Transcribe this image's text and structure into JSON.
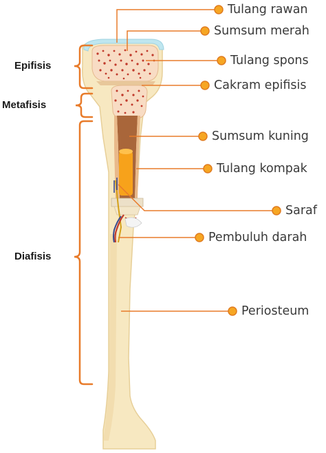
{
  "diagram": {
    "accent_color": "#e87b2a",
    "dot_color": "#f6a623",
    "bone_color": "#f7e8c1",
    "cartilage_color": "#bfe6ef",
    "spongy_dot_color": "#c0392b",
    "labels": {
      "tulang_rawan": "Tulang rawan",
      "sumsum_merah": "Sumsum merah",
      "tulang_spons": "Tulang spons",
      "cakram_epifisis": "Cakram epifisis",
      "sumsum_kuning": "Sumsum kuning",
      "tulang_kompak": "Tulang kompak",
      "saraf": "Saraf",
      "pembuluh_darah": "Pembuluh darah",
      "periosteum": "Periosteum"
    },
    "regions": {
      "epifisis": "Epifisis",
      "metafisis": "Metafisis",
      "diafisis": "Diafisis"
    }
  }
}
